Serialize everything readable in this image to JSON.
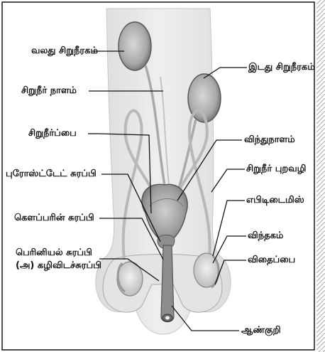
{
  "diagram": {
    "labels": {
      "right_kidney": "வலது சிறுநீரகம்",
      "ureter": "சிறுநீர் நாளம்",
      "bladder": "சிறுநீர்ப்பை",
      "prostate": "புரோஸ்ட்டேட் சுரப்பி",
      "cowper": "கௌப்பரின் சுரப்பி",
      "perineal_1": "பெரினியல் சுரப்பி",
      "perineal_2": "(அ) கழிவிடச்சுரப்பி",
      "left_kidney": "இடது சிறுநீரகம்",
      "vas_deferens": "விந்துநாளம்",
      "urinary_pore": "சிறுநீர் புறவழி",
      "epididymis": "எபிடிடைமிஸ்",
      "testis": "விந்தகம்",
      "scrotum": "விதைப்பை",
      "penis": "ஆண்குறி"
    }
  }
}
